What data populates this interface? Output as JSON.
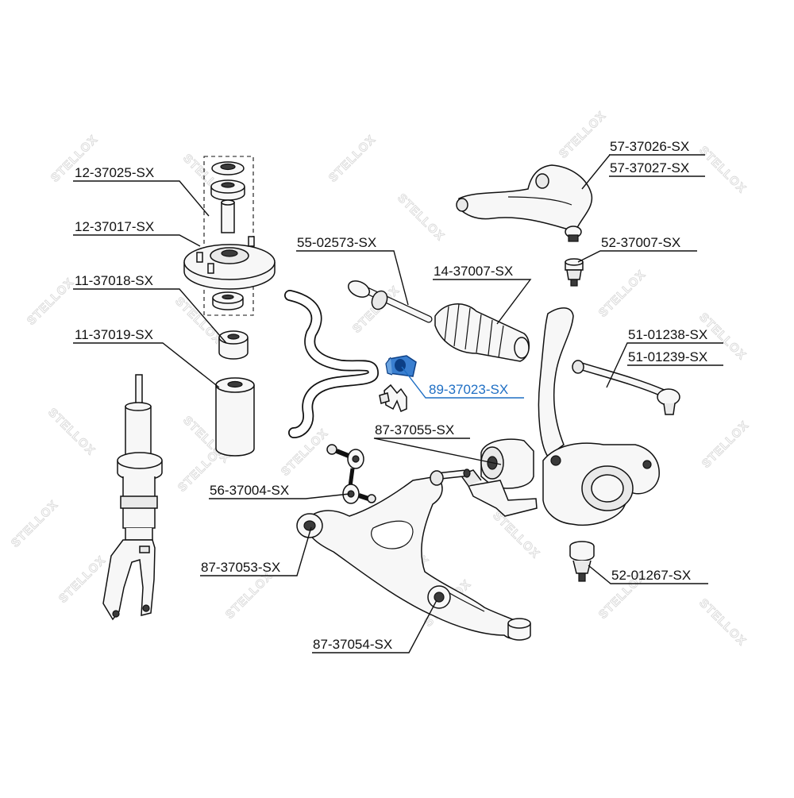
{
  "watermark": {
    "text": "STELLOX"
  },
  "colors": {
    "line": "#111111",
    "highlight": "#1f6fc4",
    "watermark": "#d9d9d9",
    "background": "#ffffff"
  },
  "labels": {
    "p12_37025": "12-37025-SX",
    "p12_37017": "12-37017-SX",
    "p11_37018": "11-37018-SX",
    "p11_37019": "11-37019-SX",
    "p55_02573": "55-02573-SX",
    "p14_37007": "14-37007-SX",
    "p57_37026": "57-37026-SX",
    "p57_37027": "57-37027-SX",
    "p52_37007": "52-37007-SX",
    "p51_01238": "51-01238-SX",
    "p51_01239": "51-01239-SX",
    "p89_37023": "89-37023-SX",
    "p87_37055": "87-37055-SX",
    "p56_37004": "56-37004-SX",
    "p87_37053": "87-37053-SX",
    "p52_01267": "52-01267-SX",
    "p87_37054": "87-37054-SX"
  },
  "highlighted_part": "89-37023-SX"
}
